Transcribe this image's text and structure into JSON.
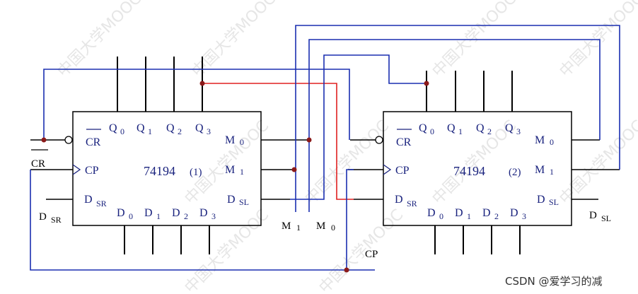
{
  "colors": {
    "blue_wire": "#1a2fb0",
    "red_wire": "#e02020",
    "black_wire": "#000000",
    "node": "#8b1a1a",
    "text": "#1a237e"
  },
  "chips": [
    {
      "name": "74194",
      "index": "(1)",
      "pins": {
        "q0": "Q",
        "q0_sub": "0",
        "q1": "Q",
        "q1_sub": "1",
        "q2": "Q",
        "q2_sub": "2",
        "q3": "Q",
        "q3_sub": "3",
        "cr": "CR",
        "cp": "CP",
        "dsr": "D",
        "dsr_sub": "SR",
        "d0": "D",
        "d0_sub": "0",
        "d1": "D",
        "d1_sub": "1",
        "d2": "D",
        "d2_sub": "2",
        "d3": "D",
        "d3_sub": "3",
        "m0": "M",
        "m0_sub": "0",
        "m1": "M",
        "m1_sub": "1",
        "dsl": "D",
        "dsl_sub": "SL"
      }
    },
    {
      "name": "74194",
      "index": "(2)",
      "pins": {
        "q0": "Q",
        "q0_sub": "0",
        "q1": "Q",
        "q1_sub": "1",
        "q2": "Q",
        "q2_sub": "2",
        "q3": "Q",
        "q3_sub": "3",
        "cr": "CR",
        "cp": "CP",
        "dsr": "D",
        "dsr_sub": "SR",
        "d0": "D",
        "d0_sub": "0",
        "d1": "D",
        "d1_sub": "1",
        "d2": "D",
        "d2_sub": "2",
        "d3": "D",
        "d3_sub": "3",
        "m0": "M",
        "m0_sub": "0",
        "m1": "M",
        "m1_sub": "1",
        "dsl": "D",
        "dsl_sub": "SL"
      }
    }
  ],
  "external_labels": {
    "cr": "CR",
    "dsr": "D",
    "dsr_sub": "SR",
    "m1": "M",
    "m1_sub": "1",
    "m0": "M",
    "m0_sub": "0",
    "cp": "CP",
    "dsl": "D",
    "dsl_sub": "SL"
  },
  "watermark": "中国大学MOOC",
  "credit": "CSDN @爱学习的减"
}
